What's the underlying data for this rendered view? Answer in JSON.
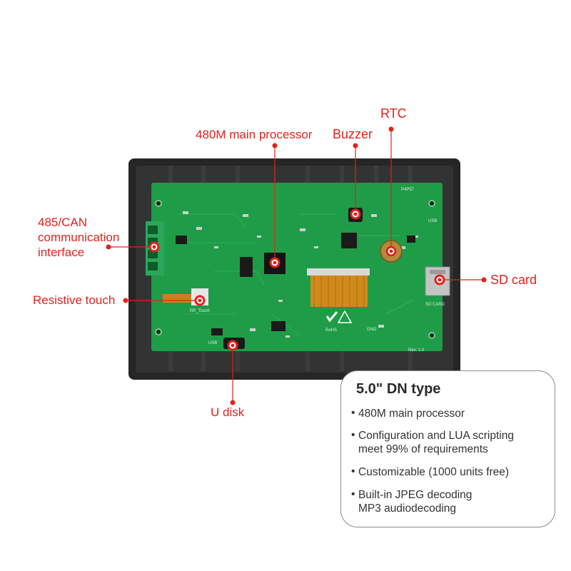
{
  "labels": {
    "processor": "480M main processor",
    "buzzer": "Buzzer",
    "rtc": "RTC",
    "comm_line1": "485/CAN",
    "comm_line2": "communication",
    "comm_line3": "interface",
    "touch": "Resistive touch",
    "sdcard": "SD card",
    "udisk": "U disk"
  },
  "pcb_marks": {
    "usb": "USB",
    "sd_card": "SD CARD",
    "rev": "Rev: 1.0",
    "rohs": "RoHS",
    "gnd": "GND",
    "rp_touch": "RP_Touch",
    "model": "P4P57"
  },
  "callout": {
    "title": "5.0\" DN type",
    "bullets": [
      {
        "bullet": "•",
        "line1": "480M main processor",
        "line2": ""
      },
      {
        "bullet": "•",
        "line1": "Configuration and LUA scripting",
        "line2": "meet 99% of requirements"
      },
      {
        "bullet": "•",
        "line1": "Customizable (1000 units free)",
        "line2": ""
      },
      {
        "bullet": "•",
        "line1": "Built-in JPEG decoding",
        "line2": "MP3 audiodecoding"
      }
    ]
  },
  "colors": {
    "label_red": "#e3211c",
    "pcb_green": "#1f9c47",
    "case_black": "#262626"
  }
}
